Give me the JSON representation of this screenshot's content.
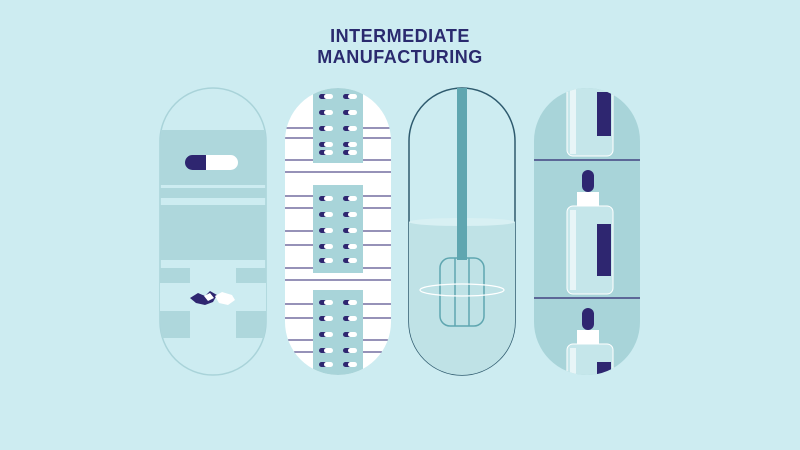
{
  "header": {
    "title_line1": "INTERMEDIATE",
    "title_line2": "MANUFACTURING"
  },
  "colors": {
    "background": "#cdecf1",
    "navy": "#2e2670",
    "teal_dark": "#4e9aa5",
    "teal_mid": "#a8d4d9",
    "teal_light": "#bfe2e6",
    "white": "#ffffff"
  },
  "panels": [
    {
      "name": "capsule-process-panel"
    },
    {
      "name": "blister-pack-panel"
    },
    {
      "name": "mixing-tank-panel"
    },
    {
      "name": "dropper-bottle-panel"
    }
  ]
}
